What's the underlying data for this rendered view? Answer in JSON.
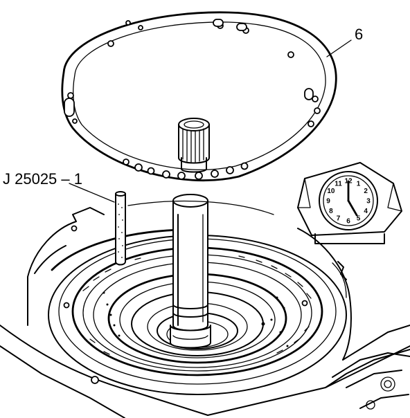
{
  "callouts": {
    "gasket": "6",
    "tool": "J 25025 – 1"
  },
  "clock_inset": {
    "numerals": [
      "12",
      "1",
      "2",
      "3",
      "4",
      "5",
      "6",
      "7",
      "8",
      "9",
      "10",
      "11"
    ],
    "hands": {
      "hour": 5,
      "minute": 0
    }
  }
}
